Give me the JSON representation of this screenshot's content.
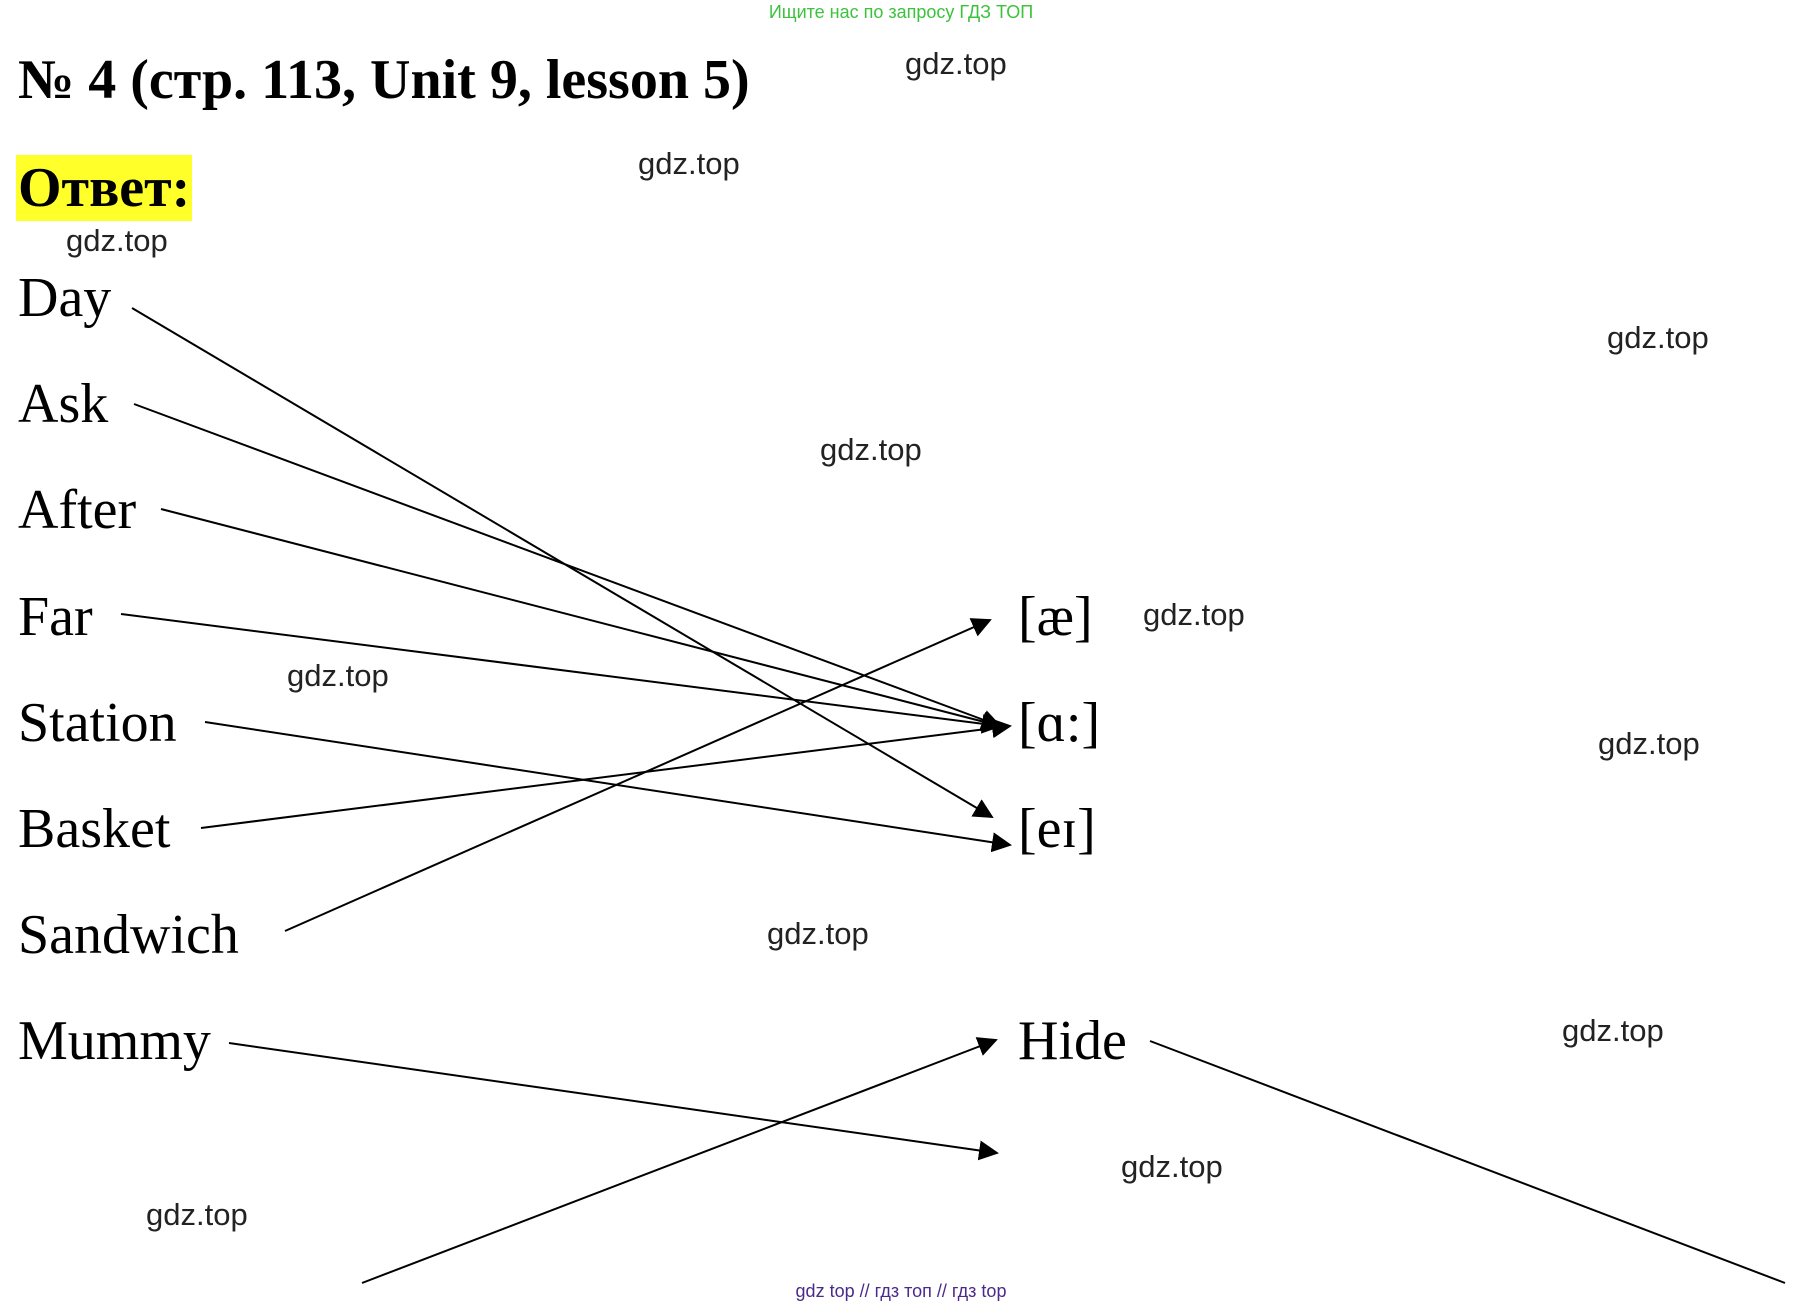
{
  "banner": "Ищите нас по запросу ГДЗ ТОП",
  "title": "№ 4 (стр. 113, Unit 9, lesson 5)",
  "answer_label": "Ответ:",
  "watermark": "gdz.top",
  "words": [
    "Day",
    "Ask",
    "After",
    "Far",
    "Station",
    "Basket",
    "Sandwich",
    "Mummy"
  ],
  "sounds": [
    "[æ]",
    "[ɑ:]",
    "[eɪ]"
  ],
  "extra_word": "Hide",
  "footer": "gdz top  //  гдз топ  //  гдз top"
}
